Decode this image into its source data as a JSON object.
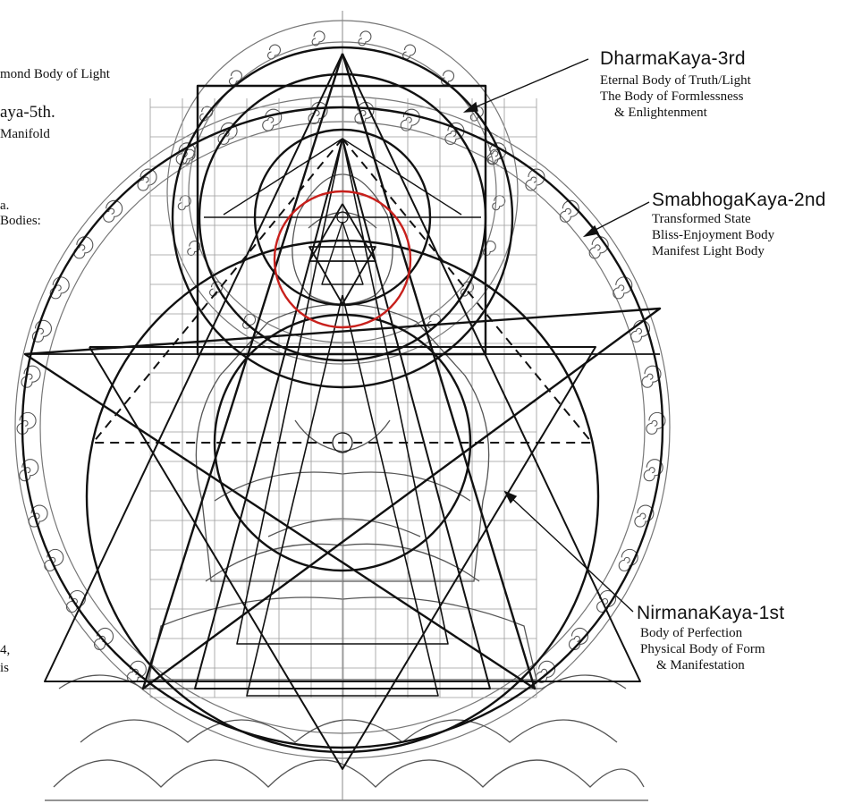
{
  "labels": {
    "dharmakaya": {
      "title": "DharmaKaya-3rd",
      "lines": [
        "Eternal Body of Truth/Light",
        "The Body of Formlessness",
        "& Enlightenment"
      ]
    },
    "sambhogakaya": {
      "title": "SmabhogaKaya-2nd",
      "lines": [
        "Transformed State",
        "Bliss-Enjoyment Body",
        "Manifest Light Body"
      ]
    },
    "nirmanakaya": {
      "title": "NirmanaKaya-1st",
      "lines": [
        "Body of Perfection",
        "Physical Body of Form",
        "& Manifestation"
      ]
    }
  },
  "left_fragments": [
    "mond Body of Light",
    "aya-5th.",
    "Manifold",
    "a.",
    "Bodies:",
    "4,",
    "is"
  ],
  "colors": {
    "ink": "#111111",
    "sketch": "#6a6a6a",
    "accent_circle": "#c8201c",
    "background": "#ffffff"
  }
}
